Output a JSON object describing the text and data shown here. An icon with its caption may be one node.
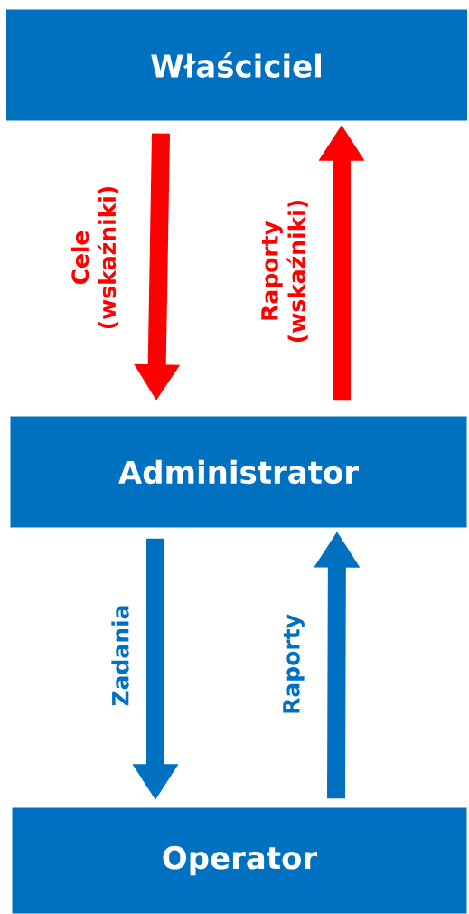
{
  "diagram": {
    "nodes": [
      {
        "text": [
          "Właściciel"
        ]
      },
      {
        "text": [
          "Administrator"
        ]
      },
      {
        "text": [
          "Operator"
        ]
      }
    ],
    "edges": [
      {
        "from": 0,
        "to": 1,
        "arrow": "to",
        "label": "Cele (wskaźniki)",
        "color": "#ff0000"
      },
      {
        "from": 1,
        "to": 0,
        "arrow": "to",
        "label": "Raporty (wskaźniki)",
        "color": "#ff0000"
      },
      {
        "from": 1,
        "to": 2,
        "arrow": "to",
        "label": "Zadania",
        "color": "#0070c0"
      },
      {
        "from": 2,
        "to": 1,
        "arrow": "to",
        "label": "Raporty",
        "color": "#0070c0"
      }
    ]
  }
}
